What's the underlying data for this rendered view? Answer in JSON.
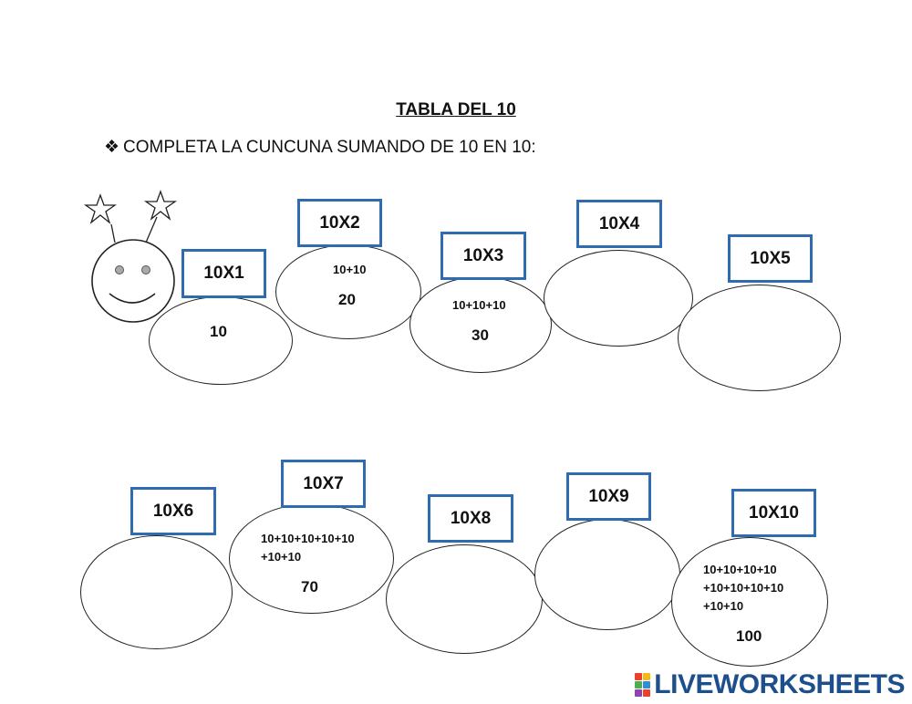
{
  "title": "TABLA DEL 10",
  "instruction": {
    "bullet": "❖",
    "text": "COMPLETA LA CUNCUNA SUMANDO DE 10 EN 10:"
  },
  "segments": [
    {
      "label": "10X1",
      "sum_lines": [],
      "result": "10"
    },
    {
      "label": "10X2",
      "sum_lines": [
        "10+10"
      ],
      "result": "20"
    },
    {
      "label": "10X3",
      "sum_lines": [
        "10+10+10"
      ],
      "result": "30"
    },
    {
      "label": "10X4",
      "sum_lines": [],
      "result": ""
    },
    {
      "label": "10X5",
      "sum_lines": [],
      "result": ""
    },
    {
      "label": "10X6",
      "sum_lines": [],
      "result": ""
    },
    {
      "label": "10X7",
      "sum_lines": [
        "10+10+10+10+10",
        "+10+10"
      ],
      "result": "70"
    },
    {
      "label": "10X8",
      "sum_lines": [],
      "result": ""
    },
    {
      "label": "10X9",
      "sum_lines": [],
      "result": ""
    },
    {
      "label": "10X10",
      "sum_lines": [
        "10+10+10+10",
        "+10+10+10+10",
        "+10+10"
      ],
      "result": "100"
    }
  ],
  "brand": {
    "text": "LIVEWORKSHEETS",
    "colors": [
      "#e8412c",
      "#f6b818",
      "#4cae4f",
      "#2f8fd6",
      "#8e44ad",
      "#e8412c"
    ]
  }
}
